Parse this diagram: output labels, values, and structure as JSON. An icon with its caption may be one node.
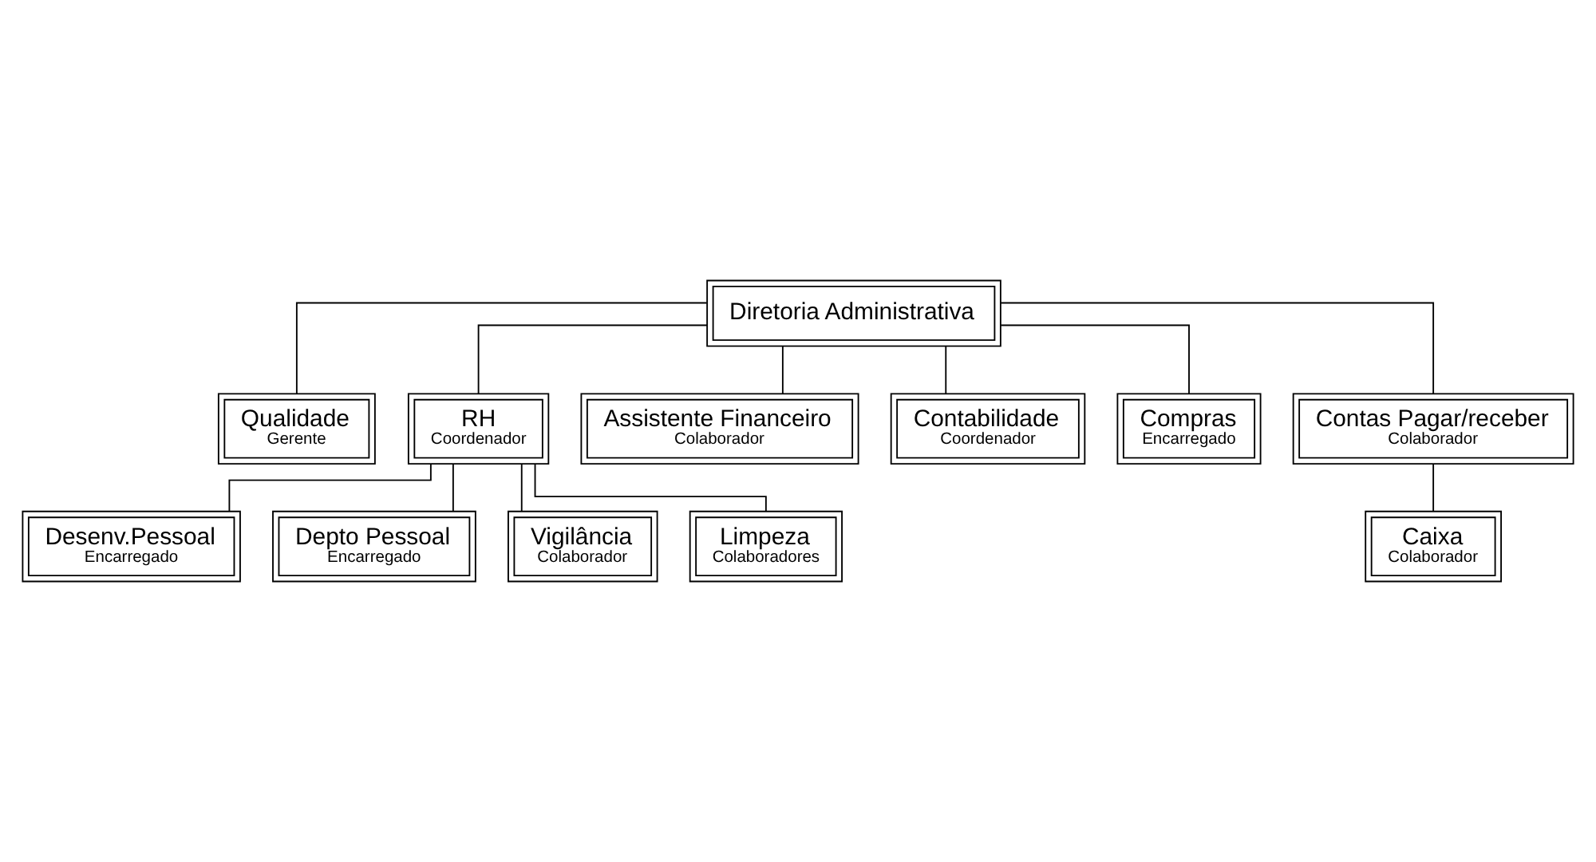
{
  "diagram": {
    "nodes": [
      {
        "text": [
          "Diretoria Administrativa"
        ]
      },
      {
        "text": [
          "Qualidade",
          "Gerente"
        ]
      },
      {
        "text": [
          "RH",
          "Coordenador"
        ]
      },
      {
        "text": [
          "Assistente Financeiro",
          "Colaborador"
        ]
      },
      {
        "text": [
          "Contabilidade",
          "Coordenador"
        ]
      },
      {
        "text": [
          "Compras",
          "Encarregado"
        ]
      },
      {
        "text": [
          "Contas Pagar/receber",
          "Colaborador"
        ]
      },
      {
        "text": [
          "Desenv.Pessoal",
          "Encarregado"
        ]
      },
      {
        "text": [
          "Depto Pessoal",
          "Encarregado"
        ]
      },
      {
        "text": [
          "Caixa",
          "Colaborador"
        ]
      },
      {
        "text": [
          "Vigilância",
          "Colaborador"
        ]
      },
      {
        "text": [
          "Limpeza",
          "Colaboradores"
        ]
      }
    ],
    "edges": [
      {
        "from": 0,
        "to": 1,
        "arrow": "none"
      },
      {
        "from": 0,
        "to": 2,
        "arrow": "none"
      },
      {
        "from": 0,
        "to": 3,
        "arrow": "none"
      },
      {
        "from": 0,
        "to": 4,
        "arrow": "none"
      },
      {
        "from": 0,
        "to": 5,
        "arrow": "none"
      },
      {
        "from": 0,
        "to": 6,
        "arrow": "none"
      },
      {
        "from": 2,
        "to": 7,
        "arrow": "none"
      },
      {
        "from": 2,
        "to": 8,
        "arrow": "none"
      },
      {
        "from": 6,
        "to": 9,
        "arrow": "none"
      },
      {
        "from": 2,
        "to": 10,
        "arrow": "none"
      },
      {
        "from": 2,
        "to": 11,
        "arrow": "none"
      }
    ]
  }
}
